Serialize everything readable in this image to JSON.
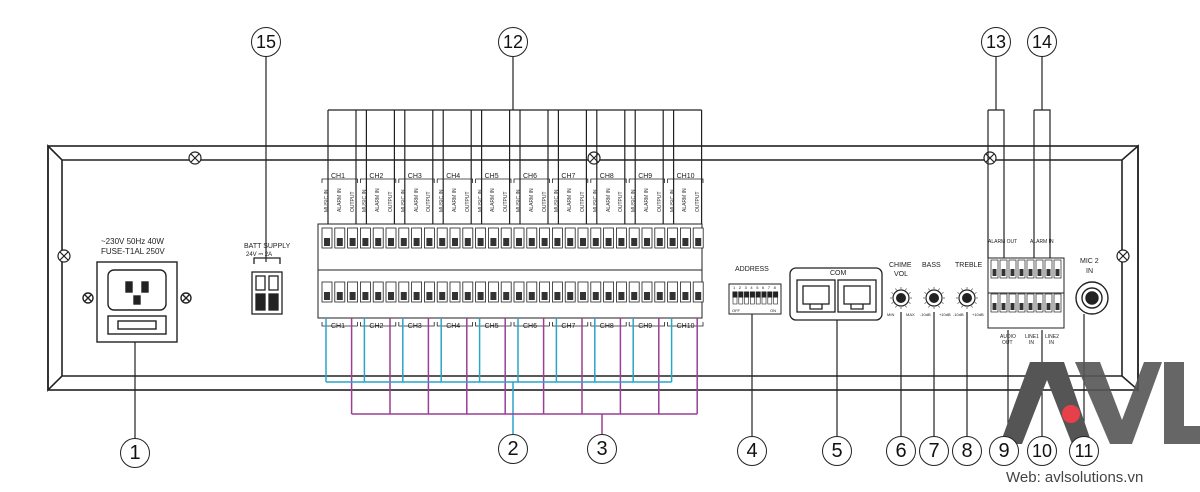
{
  "power": {
    "voltage_label": "~230V  50Hz  40W",
    "fuse_label": "FUSE-T1AL 250V"
  },
  "batt": {
    "title": "BATT SUPPLY",
    "spec": "24V ⎓ 2A"
  },
  "channels": [
    "CH1",
    "CH2",
    "CH3",
    "CH4",
    "CH5",
    "CH6",
    "CH7",
    "CH8",
    "CH9",
    "CH10"
  ],
  "terminal_labels": [
    "MUSIC IN",
    "ALARM IN",
    "OUTPUT"
  ],
  "address": {
    "title": "ADDRESS",
    "dip_numbers": [
      "1",
      "2",
      "3",
      "4",
      "5",
      "6",
      "7",
      "8"
    ],
    "off": "OFF",
    "on": "ON"
  },
  "com": {
    "title": "COM"
  },
  "knobs": [
    {
      "title_line1": "CHIME",
      "title_line2": "VOL",
      "min": "MIN",
      "max": "MAX"
    },
    {
      "title_line1": "BASS",
      "title_line2": "",
      "min": "-10dB",
      "max": "+10dB"
    },
    {
      "title_line1": "TREBLE",
      "title_line2": "",
      "min": "-10dB",
      "max": "+10dB"
    }
  ],
  "alarm": {
    "out": "ALARM OUT",
    "in": "ALARM IN"
  },
  "audio_out": {
    "line1": "AUDIO",
    "line2": "OUT"
  },
  "line1_in": {
    "line1": "LINE1",
    "line2": "IN"
  },
  "line2_in": {
    "line1": "LINE2",
    "line2": "IN"
  },
  "mic2": {
    "line1": "MIC 2",
    "line2": "IN"
  },
  "callouts": [
    "1",
    "2",
    "3",
    "4",
    "5",
    "6",
    "7",
    "8",
    "9",
    "10",
    "11",
    "12",
    "13",
    "14",
    "15"
  ],
  "colors": {
    "wire_blue": "#2aa5c8",
    "wire_purple": "#9b3e96",
    "line": "#222222",
    "logo_gray": "#555555",
    "logo_red": "#e8404a"
  },
  "brand": {
    "logo_text": "AVL",
    "website": "Web: avlsolutions.vn"
  }
}
